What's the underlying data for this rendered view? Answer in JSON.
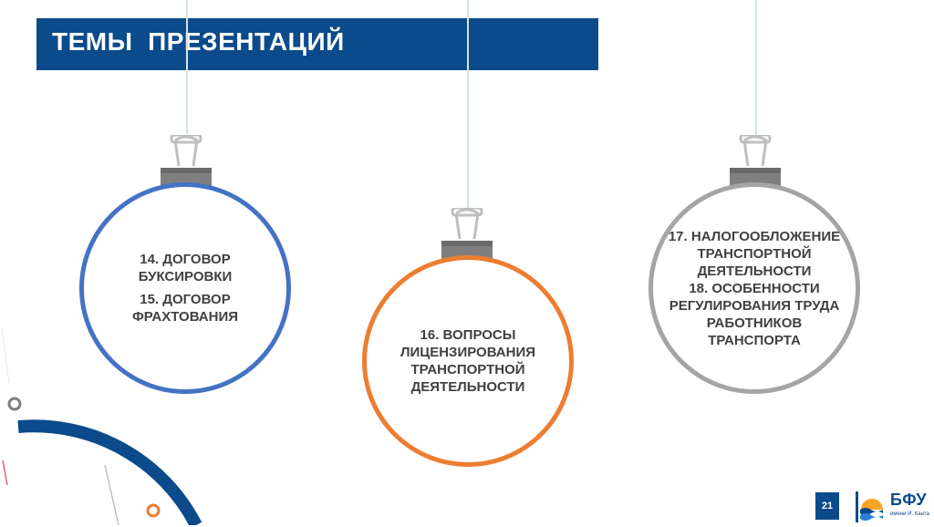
{
  "header": {
    "title": "ТЕМЫ  ПРЕЗЕНТАЦИЙ"
  },
  "ornaments": [
    {
      "color": "#4472c4",
      "lines": [
        "14. ДОГОВОР БУКСИРОВКИ",
        "15. ДОГОВОР ФРАХТОВАНИЯ"
      ]
    },
    {
      "color": "#ed7d31",
      "lines": [
        "16. ВОПРОСЫ ЛИЦЕНЗИРОВАНИЯ ТРАНСПОРТНОЙ ДЕЯТЕЛЬНОСТИ"
      ]
    },
    {
      "color": "#a5a5a5",
      "lines": [
        "17. НАЛОГООБЛОЖЕНИЕ ТРАНСПОРТНОЙ ДЕЯТЕЛЬНОСТИ",
        "18. ОСОБЕННОСТИ РЕГУЛИРОВАНИЯ ТРУДА РАБОТНИКОВ ТРАНСПОРТА"
      ]
    }
  ],
  "footer": {
    "page_number": "21",
    "logo_text": "БФУ",
    "logo_subtext": "имени И. Канта",
    "logo_icon": "bfu-logo-icon"
  },
  "colors": {
    "brand_blue": "#0b4a8b",
    "string_green": "#d3e8dc",
    "clip_gray": "#7f7f7f"
  }
}
